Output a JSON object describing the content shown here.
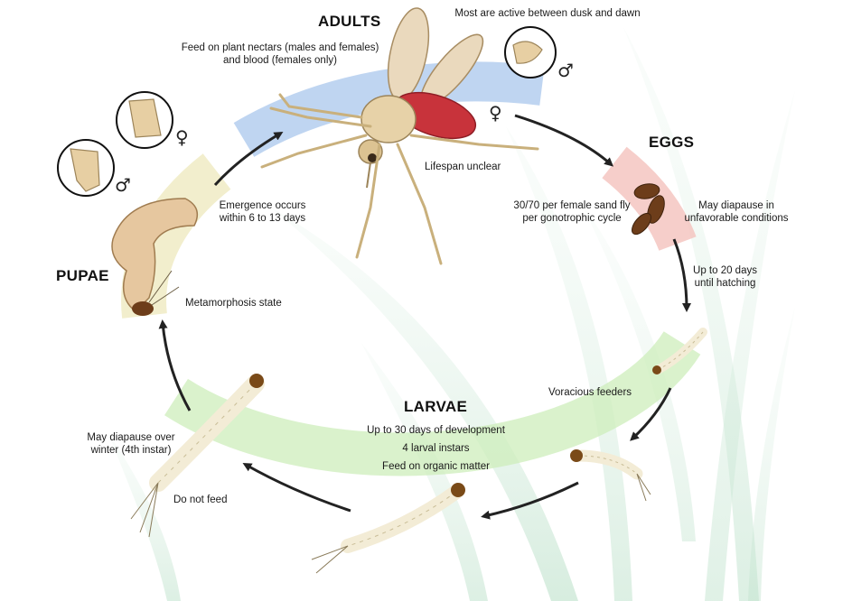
{
  "stages": {
    "adults": {
      "title": "ADULTS",
      "feeding_line1": "Feed on plant nectars (males and females)",
      "feeding_line2": "and blood (females only)",
      "activity": "Most are active between dusk and dawn",
      "lifespan": "Lifespan unclear"
    },
    "eggs": {
      "title": "EGGS",
      "count_line1": "30/70 per female sand fly",
      "count_line2": "per gonotrophic cycle",
      "diapause_line1": "May diapause in",
      "diapause_line2": "unfavorable conditions",
      "hatch_line1": "Up to 20 days",
      "hatch_line2": "until hatching"
    },
    "larvae": {
      "title": "LARVAE",
      "development": "Up to 30 days of development",
      "instars": "4 larval instars",
      "food": "Feed on organic matter",
      "voracious": "Voracious feeders",
      "diapause_line1": "May diapause over",
      "diapause_line2": "winter (4th instar)"
    },
    "pupae": {
      "title": "PUPAE",
      "metamorphosis": "Metamorphosis state",
      "no_feed": "Do not feed",
      "emergence_line1": "Emergence occurs",
      "emergence_line2": "within 6 to 13 days"
    }
  },
  "symbols": {
    "female": "♀",
    "male": "♂"
  },
  "colors": {
    "adults_band": "#a9c7ec",
    "eggs_band": "#f4c2bd",
    "larvae_band": "#cdeebb",
    "pupae_band": "#f0ebc4",
    "arrow": "#222222",
    "grass": "#cfe9d9",
    "body_tan": "#e7d2a8",
    "abdomen_red": "#c8333b",
    "egg_brown": "#6d3d1a",
    "larva_cream": "#f3ecd6",
    "larva_head": "#7a4a18"
  }
}
